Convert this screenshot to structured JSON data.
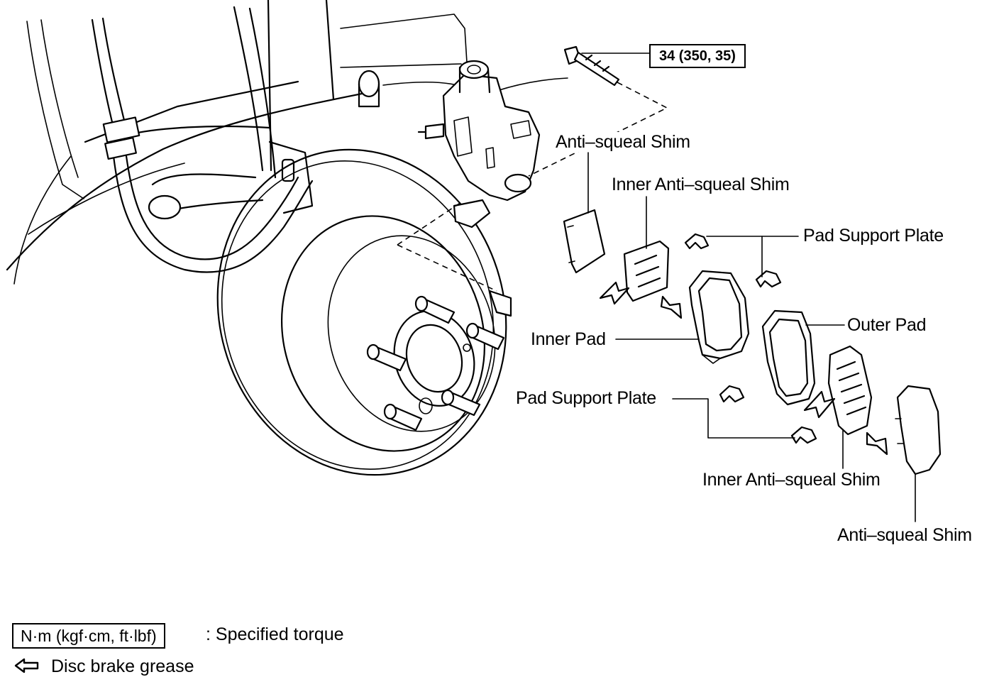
{
  "torque_spec": "34 (350, 35)",
  "callouts": {
    "anti_squeal_shim_upper": "Anti–squeal Shim",
    "inner_anti_squeal_shim_upper": "Inner Anti–squeal Shim",
    "pad_support_plate_upper": "Pad Support Plate",
    "outer_pad": "Outer Pad",
    "inner_pad": "Inner Pad",
    "pad_support_plate_lower": "Pad Support Plate",
    "inner_anti_squeal_shim_lower": "Inner Anti–squeal Shim",
    "anti_squeal_shim_lower": "Anti–squeal Shim"
  },
  "legend": {
    "torque_unit_box": "N·m (kgf·cm, ft·lbf)",
    "torque_desc": ": Specified torque",
    "grease_desc": "Disc brake grease"
  }
}
